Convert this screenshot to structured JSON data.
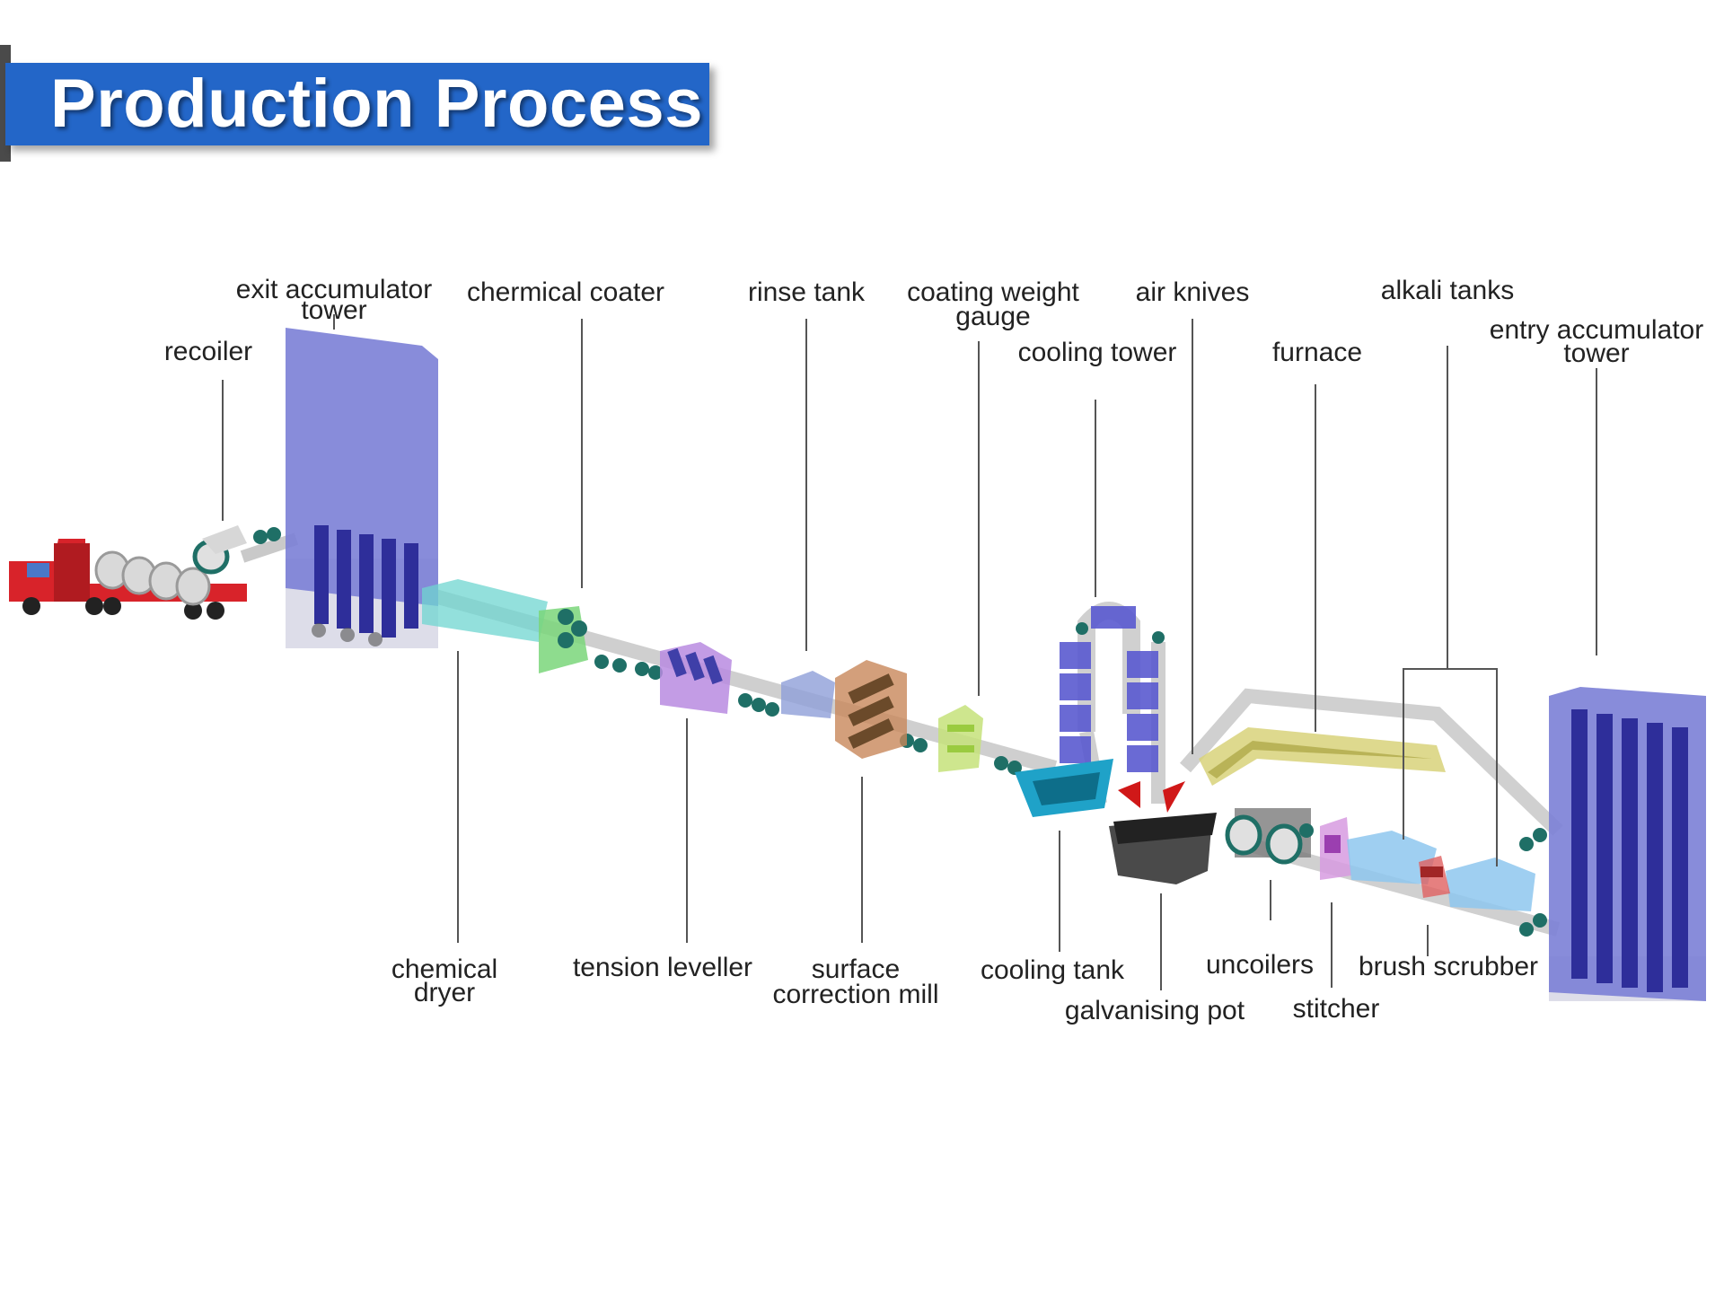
{
  "title": "Production Process",
  "labels": {
    "recoiler": "recoiler",
    "exit_accumulator_tower_1": "exit accumulator",
    "exit_accumulator_tower_2": "tower",
    "chermical_coater": "chermical coater",
    "rinse_tank": "rinse tank",
    "coating_weight_gauge_1": "coating weight",
    "coating_weight_gauge_2": "gauge",
    "cooling_tower": "cooling tower",
    "air_knives": "air knives",
    "furnace": "furnace",
    "alkali_tanks": "alkali tanks",
    "entry_accumulator_tower_1": "entry accumulator",
    "entry_accumulator_tower_2": "tower",
    "chemical_dryer_1": "chemical",
    "chemical_dryer_2": "dryer",
    "tension_leveller": "tension leveller",
    "surface_correction_mill_1": "surface",
    "surface_correction_mill_2": "correction mill",
    "cooling_tank": "cooling tank",
    "galvanising_pot": "galvanising pot",
    "uncoilers": "uncoilers",
    "stitcher": "stitcher",
    "brush_scrubber": "brush scrubber"
  },
  "colors": {
    "banner": "#2366c8",
    "accumulator": "#7b7fd6",
    "accumulator_dark": "#2e2e9a",
    "truck": "#d8232a",
    "dryer": "#6fd6d0",
    "coater": "#7ad67a",
    "leveller": "#b98be0",
    "rinse": "#8f9fd8",
    "mill": "#c8875a",
    "gauge": "#c5e27a",
    "cooling_tank": "#1fa2c8",
    "furnace": "#d8d27a",
    "alkali": "#8ec7ee",
    "scrubber": "#e06060",
    "stitcher": "#d79be0",
    "pot": "#3a3a3a",
    "roller": "#1f6f66"
  }
}
